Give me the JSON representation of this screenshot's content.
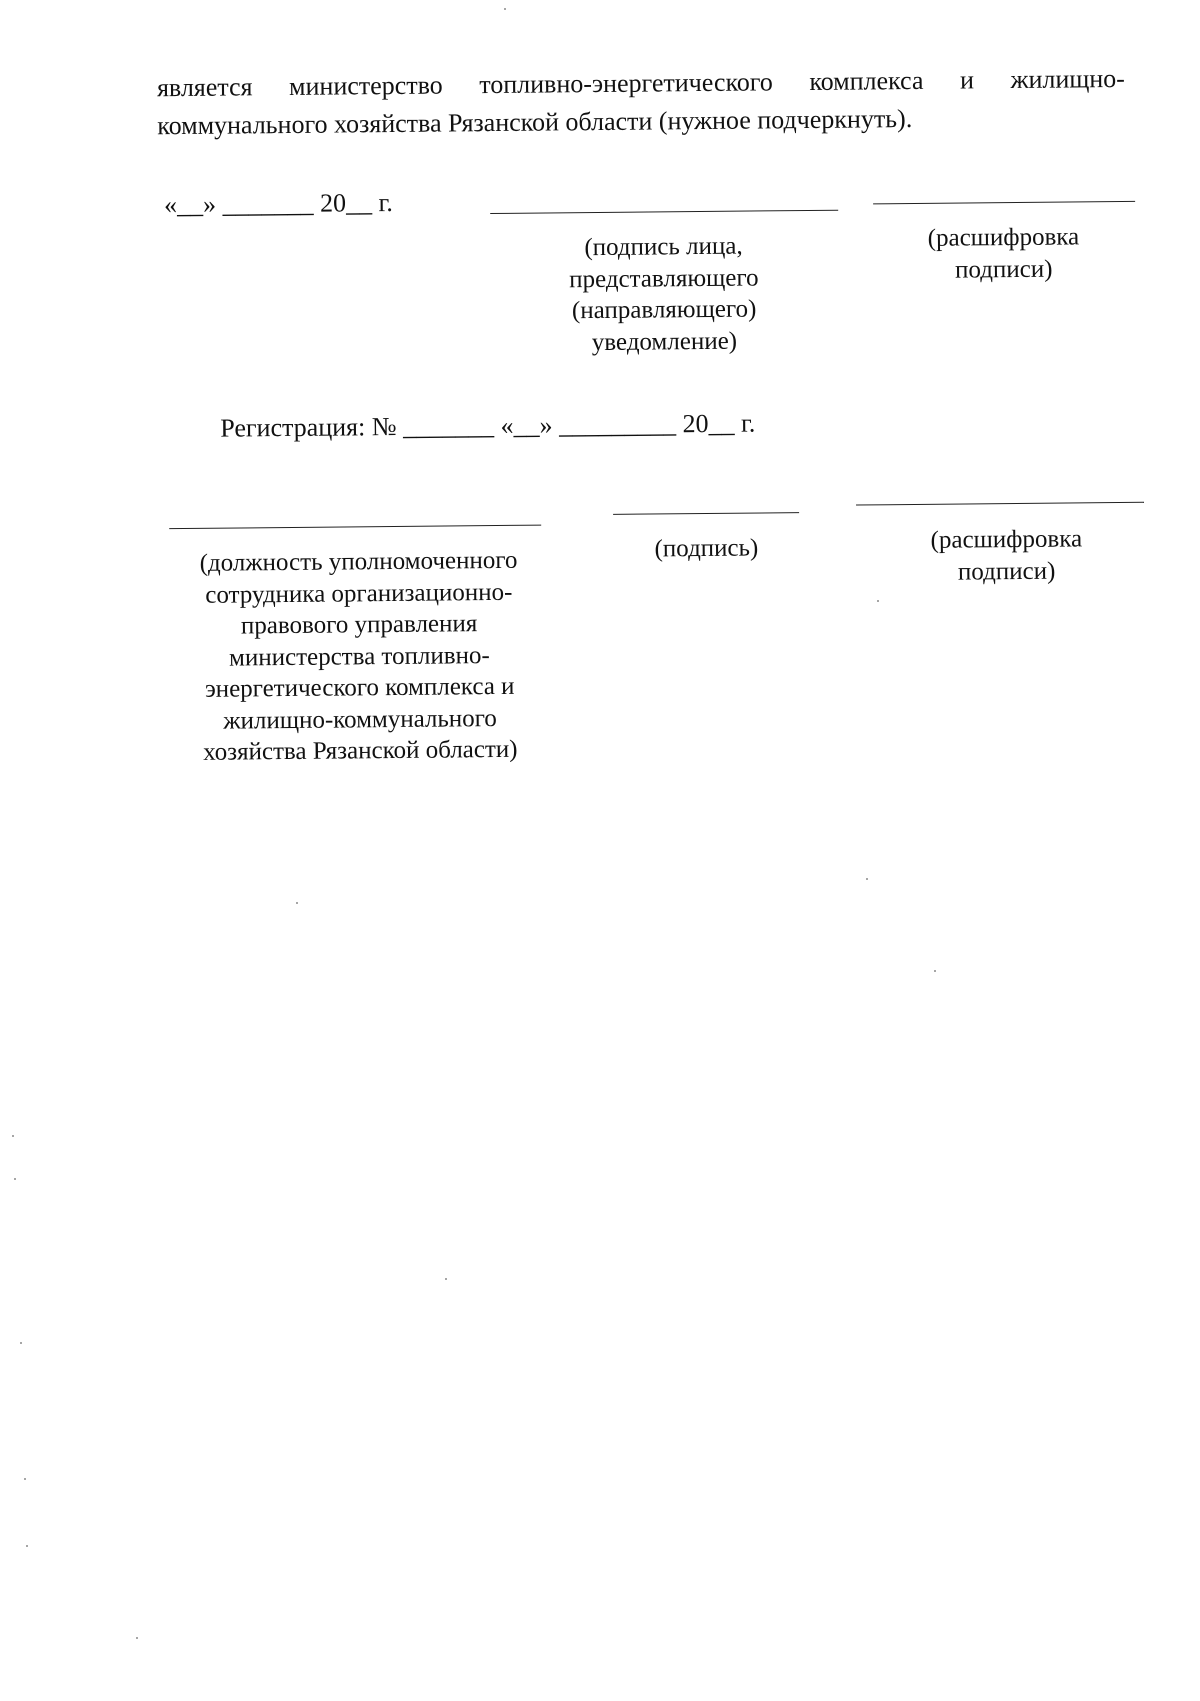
{
  "paragraph": {
    "words_line1": [
      "является",
      "министерство",
      "топливно-энергетического",
      "комплекса",
      "и",
      "жилищно-"
    ],
    "line2": "коммунального хозяйства Рязанской области (нужное подчеркнуть)."
  },
  "applicant_block": {
    "date_field": "«__» _______ 20__ г.",
    "signature_caption": "(подпись лица, представляющего (направляющего) уведомление)",
    "decoding_caption": "(расшифровка подписи)"
  },
  "registration": {
    "text": "Регистрация: № _______ «__» _________ 20__ г."
  },
  "officer_block": {
    "position_caption": "(должность уполномоченного сотрудника организационно-правового управления министерства топливно-энергетического комплекса и жилищно-коммунального хозяйства Рязанской области)",
    "signature_caption": "(подпись)",
    "decoding_caption": "(расшифровка подписи)"
  }
}
